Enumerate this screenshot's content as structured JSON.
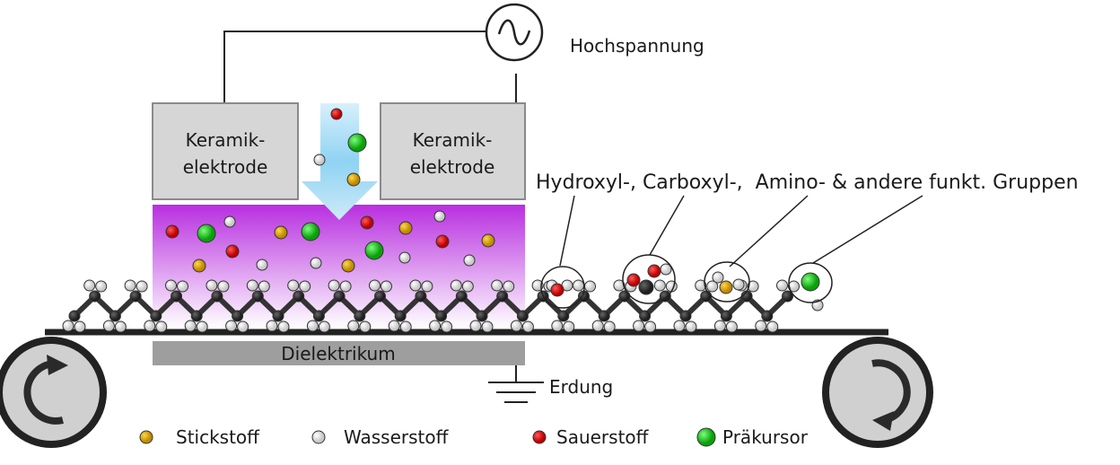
{
  "source": {
    "label": "Hochspannung",
    "icon": "ac-voltage-source-icon"
  },
  "electrodes": [
    {
      "line1": "Keramik-",
      "line2": "elektrode"
    },
    {
      "line1": "Keramik-",
      "line2": "elektrode"
    }
  ],
  "dielectric": {
    "label": "Dielektrikum"
  },
  "ground": {
    "label": "Erdung",
    "icon": "ground-symbol-icon"
  },
  "groups_label": "Hydroxyl-, Carboxyl-,  Amino- & andere funkt. Gruppen",
  "legend": [
    {
      "label": "Stickstoff",
      "color": "#d4a000"
    },
    {
      "label": "Wasserstoff",
      "color": "#e8e8e8"
    },
    {
      "label": "Sauerstoff",
      "color": "#e00000"
    },
    {
      "label": "Präkursor",
      "color": "#18c818"
    }
  ],
  "colors": {
    "plasma": "#b82fe0",
    "flow_arrow": "#9fd8f5",
    "electrode": "#d6d6d6",
    "dielectric": "#9e9e9e",
    "carbon": "#333333",
    "belt": "#222222",
    "roller": "#d0d0d0"
  }
}
